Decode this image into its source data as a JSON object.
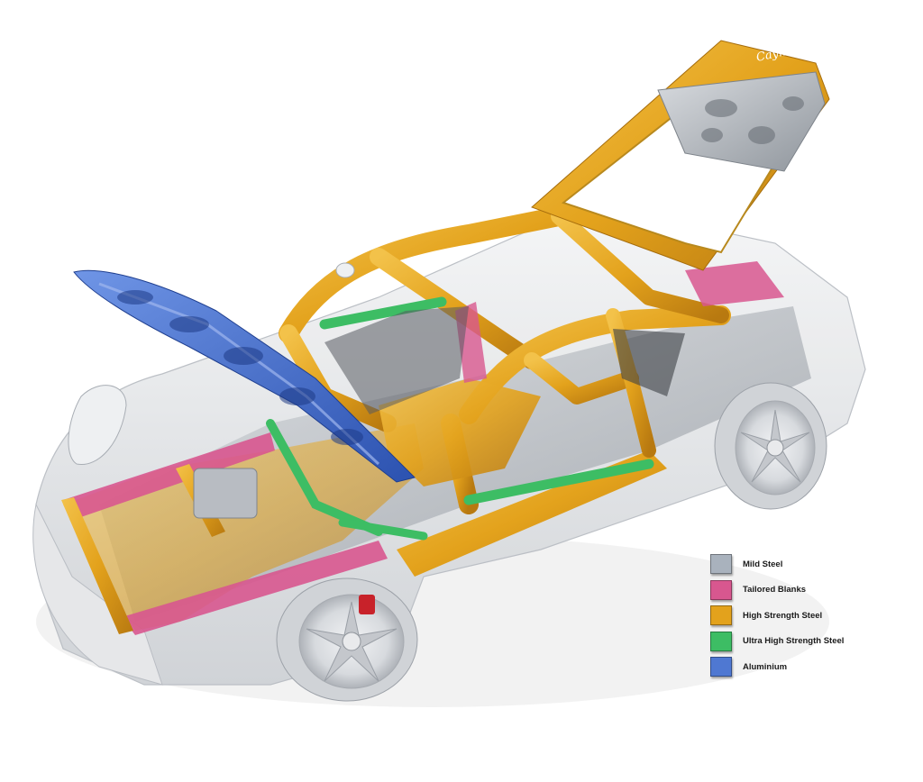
{
  "image": {
    "subject": "car-body-in-white",
    "badge_script": "Cayman S"
  },
  "legend": {
    "items": [
      {
        "label": "Mild Steel",
        "color": "#a9b2bd"
      },
      {
        "label": "Tailored Blanks",
        "color": "#d8578f"
      },
      {
        "label": "High Strength Steel",
        "color": "#e3a21c"
      },
      {
        "label": "Ultra High Strength Steel",
        "color": "#3dbd64"
      },
      {
        "label": "Aluminium",
        "color": "#4f78d2"
      }
    ]
  },
  "colors": {
    "body_white": "#e9eaec",
    "body_shadow": "#c6c9ce",
    "tire": "#d4d6da",
    "brake": "#c8222a"
  }
}
